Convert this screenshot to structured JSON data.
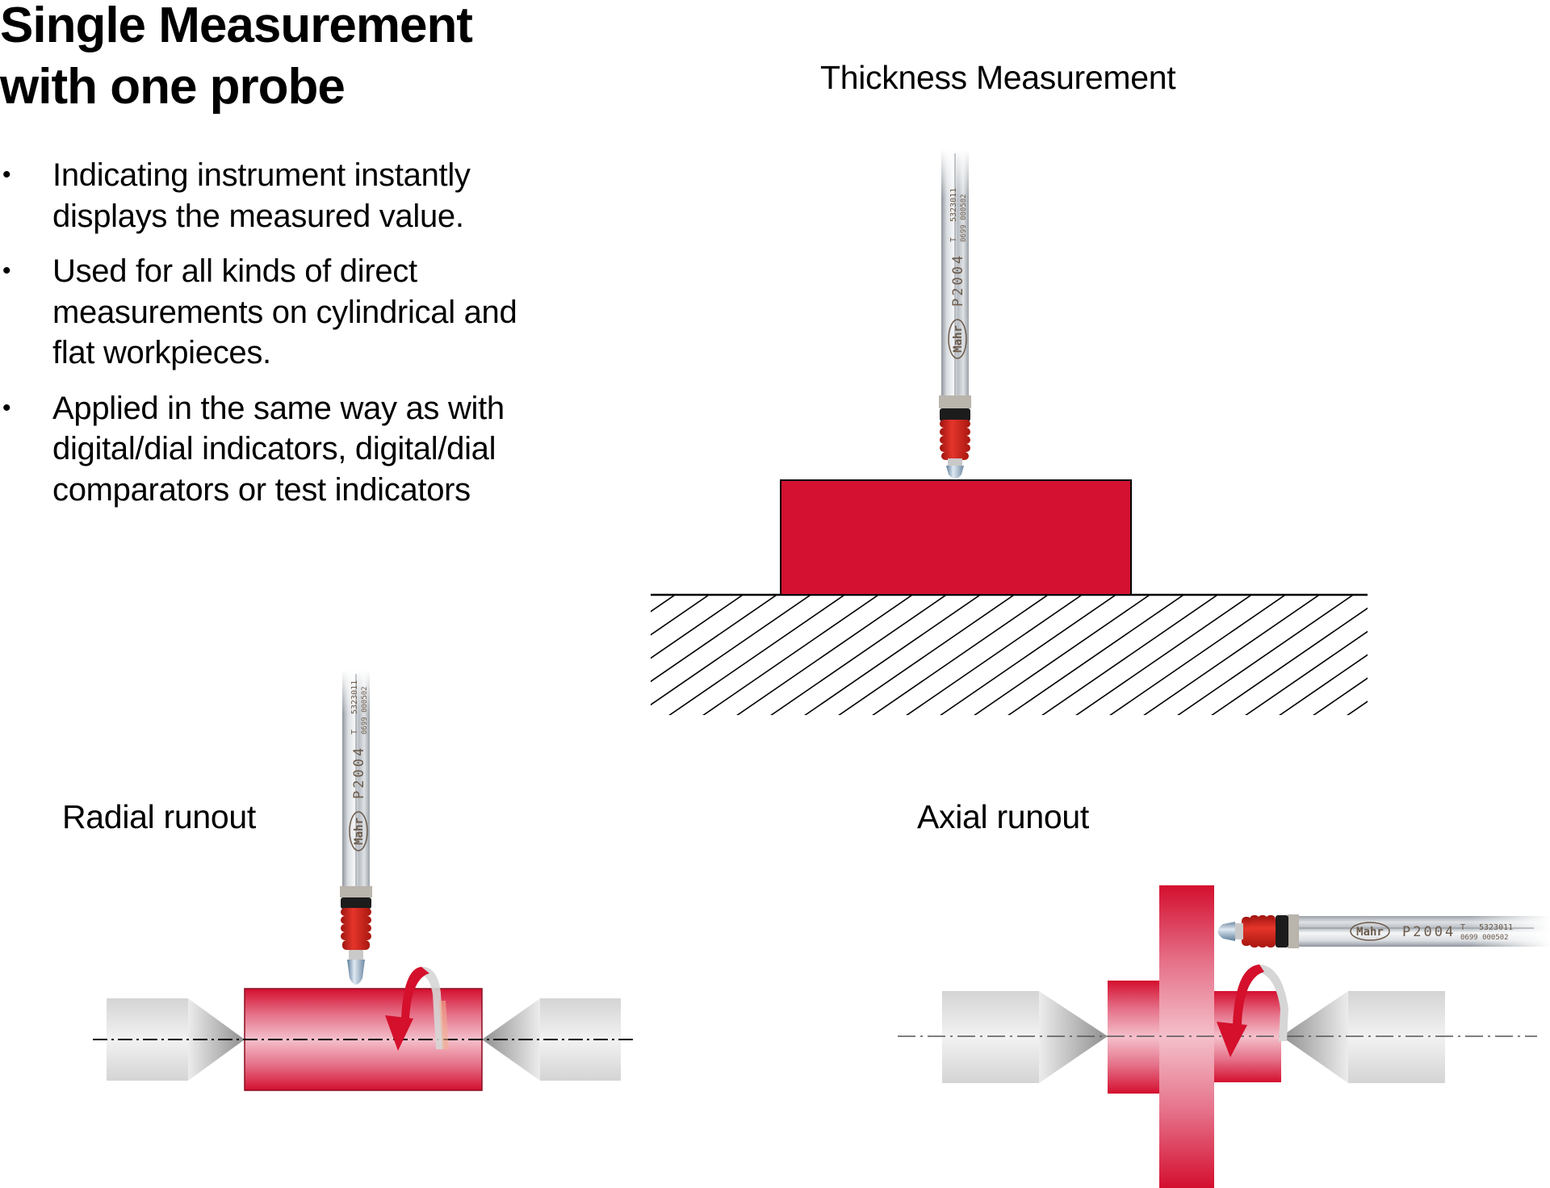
{
  "title": {
    "line1": "Single Measurement",
    "line2": "with one probe"
  },
  "bullets": [
    {
      "icon": "bullet-dot",
      "text": "Indicating instrument instantly displays the measured value."
    },
    {
      "icon": "bullet-dot",
      "text": "Used for all kinds of direct measurements on cylindrical and flat workpieces."
    },
    {
      "icon": "bullet-dot",
      "text": "Applied in the same way as with digital/dial indicators, digital/dial comparators or test indicators"
    }
  ],
  "bullet_symbol": "•",
  "diagrams": {
    "thickness": {
      "label": "Thickness Measurement"
    },
    "radial": {
      "label": "Radial runout"
    },
    "axial": {
      "label": "Axial runout"
    }
  },
  "probe": {
    "brand": "Mahr",
    "model": "P2004",
    "type_marker": "T",
    "serial": "5323011",
    "code": "0699 000502"
  },
  "colors": {
    "workpiece_red": "#d41130",
    "workpiece_light": "#f2b8c4",
    "bellows_red": "#d0201a",
    "center_grey": "#d8d8d8",
    "line_black": "#000000"
  }
}
